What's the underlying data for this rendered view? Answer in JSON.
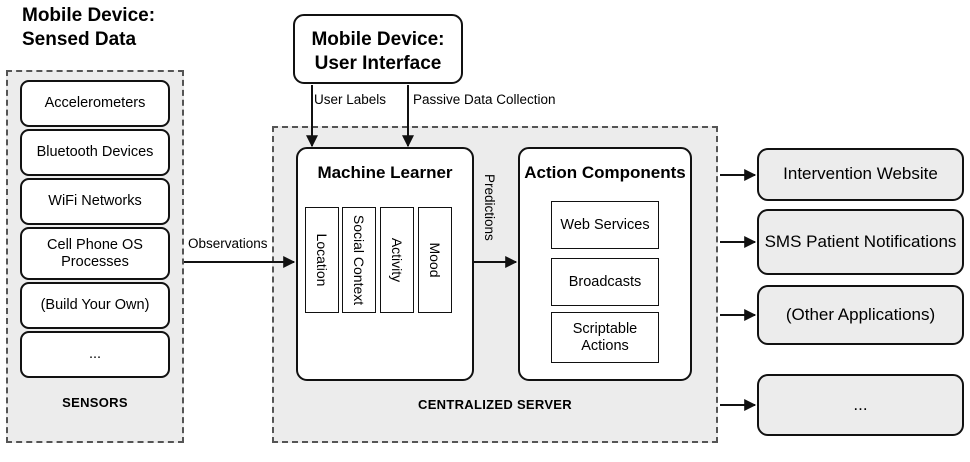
{
  "headings": {
    "sensed_data": "Mobile Device:\nSensed Data",
    "sensed_data_line1": "Mobile Device:",
    "sensed_data_line2": "Sensed Data"
  },
  "sensors_region": {
    "label": "SENSORS",
    "items": [
      "Accelerometers",
      "Bluetooth Devices",
      "WiFi Networks",
      "Cell Phone OS Processes",
      "(Build Your Own)",
      "..."
    ]
  },
  "user_interface_box": {
    "line1": "Mobile Device:",
    "line2": "User Interface"
  },
  "server_region": {
    "label": "CENTRALIZED SERVER"
  },
  "machine_learner": {
    "title": "Machine Learner",
    "modules": [
      "Location",
      "Social Context",
      "Activity",
      "Mood"
    ]
  },
  "action_components": {
    "title": "Action Components",
    "items": [
      "Web Services",
      "Broadcasts",
      "Scriptable Actions"
    ]
  },
  "outputs": [
    "Intervention Website",
    "SMS Patient Notifications",
    "(Other Applications)",
    "..."
  ],
  "connectors": {
    "user_labels": "User Labels",
    "passive_data": "Passive Data Collection",
    "observations": "Observations",
    "predictions": "Predictions"
  },
  "colors": {
    "region_fill": "#ececec",
    "stroke": "#111111",
    "dash_stroke": "#555555",
    "box_fill": "#ffffff",
    "output_fill": "#ececec"
  }
}
